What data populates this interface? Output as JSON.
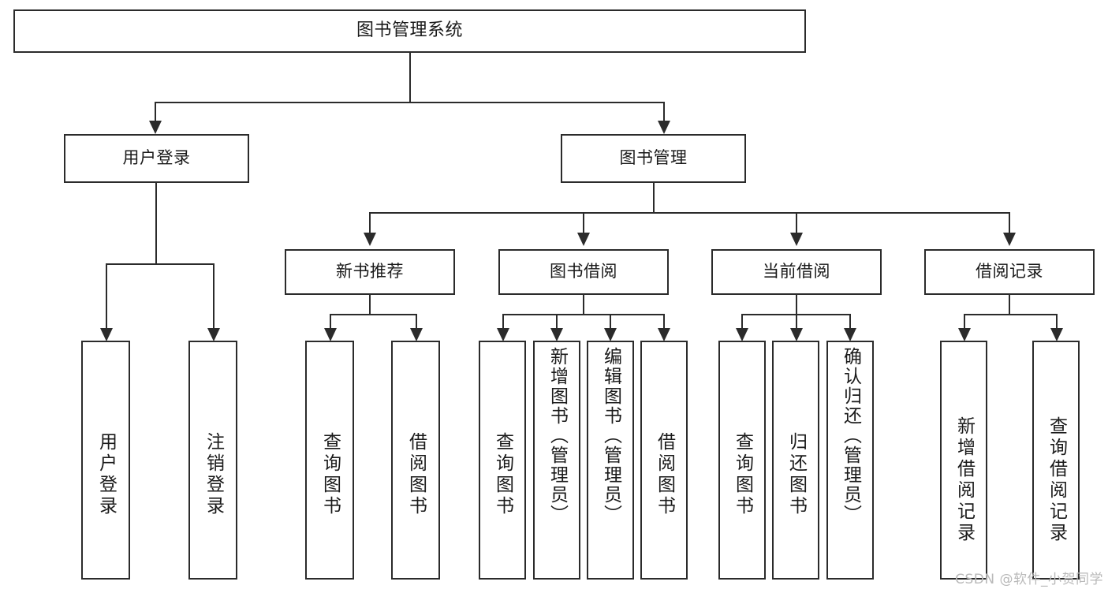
{
  "diagram": {
    "title": "图书管理系统",
    "type": "tree",
    "root": {
      "label": "图书管理系统",
      "children": [
        {
          "label": "用户登录",
          "children": [
            {
              "label": "用户登录"
            },
            {
              "label": "注销登录"
            }
          ]
        },
        {
          "label": "图书管理",
          "children": [
            {
              "label": "新书推荐",
              "children": [
                {
                  "label": "查询图书"
                },
                {
                  "label": "借阅图书"
                }
              ]
            },
            {
              "label": "图书借阅",
              "children": [
                {
                  "label": "查询图书"
                },
                {
                  "label": "新增图书（管理员）"
                },
                {
                  "label": "编辑图书（管理员）"
                },
                {
                  "label": "借阅图书"
                }
              ]
            },
            {
              "label": "当前借阅",
              "children": [
                {
                  "label": "查询图书"
                },
                {
                  "label": "归还图书"
                },
                {
                  "label": "确认归还（管理员）"
                }
              ]
            },
            {
              "label": "借阅记录",
              "children": [
                {
                  "label": "新增借阅记录"
                },
                {
                  "label": "查询借阅记录"
                }
              ]
            }
          ]
        }
      ]
    }
  },
  "nodes": {
    "root": "图书管理系统",
    "user_login": "用户登录",
    "book_manage": "图书管理",
    "new_book_rec": "新书推荐",
    "book_borrow": "图书借阅",
    "current_borrow": "当前借阅",
    "borrow_record": "借阅记录",
    "leaf_user_login": "用户登录",
    "leaf_logout": "注销登录",
    "leaf_query_book_a": "查询图书",
    "leaf_borrow_book_a": "借阅图书",
    "leaf_query_book_b": "查询图书",
    "leaf_add_book": "新增图书（管理员）",
    "leaf_edit_book": "编辑图书（管理员）",
    "leaf_borrow_book_b": "借阅图书",
    "leaf_query_book_c": "查询图书",
    "leaf_return_book": "归还图书",
    "leaf_confirm_return": "确认归还（管理员）",
    "leaf_add_record": "新增借阅记录",
    "leaf_query_record": "查询借阅记录"
  },
  "watermark": "CSDN @软件_小贺同学",
  "colors": {
    "stroke": "#2b2b2b",
    "fill": "#ffffff",
    "text": "#1a1a1a",
    "watermark": "#b9b9b9"
  }
}
